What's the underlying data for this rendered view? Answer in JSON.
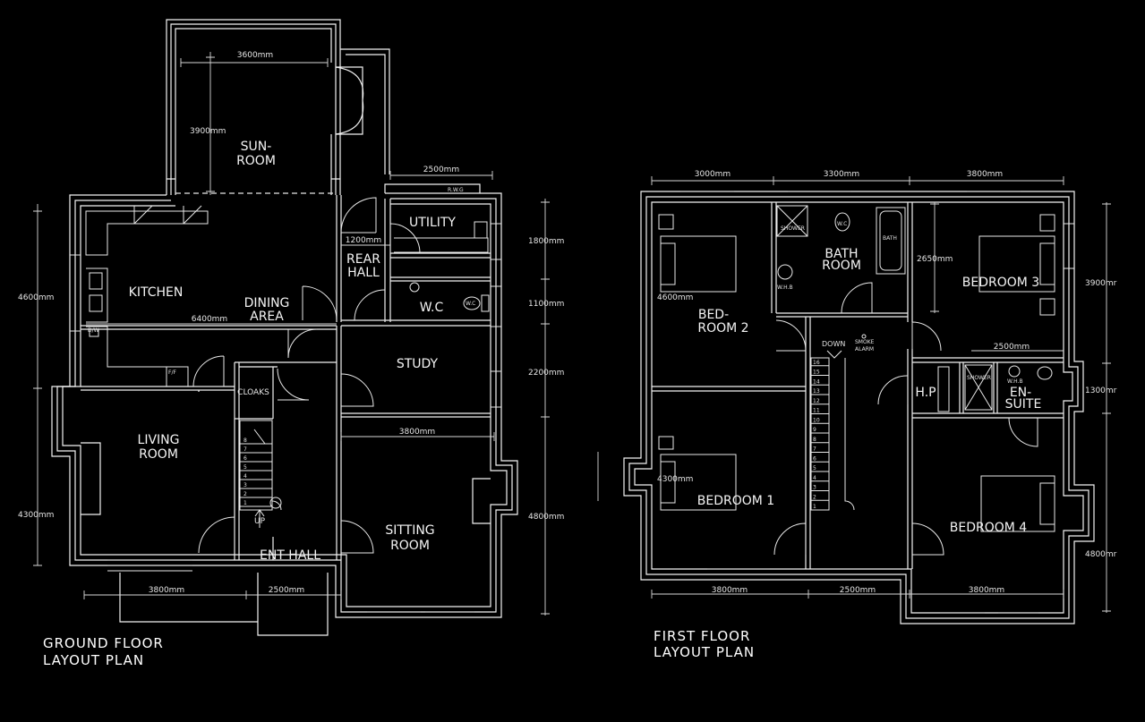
{
  "ground_floor": {
    "title_line1": "GROUND FLOOR",
    "title_line2": "LAYOUT PLAN",
    "rooms": {
      "sunroom_1": "SUN-",
      "sunroom_2": "ROOM",
      "kitchen": "KITCHEN",
      "dining_1": "DINING",
      "dining_2": "AREA",
      "utility": "UTILITY",
      "rear_hall_1": "REAR",
      "rear_hall_2": "HALL",
      "wc": "W.C",
      "study": "STUDY",
      "cloaks": "CLOAKS",
      "living_1": "LIVING",
      "living_2": "ROOM",
      "sitting_1": "SITTING",
      "sitting_2": "ROOM",
      "ent_hall": "ENT HALL",
      "up": "UP"
    },
    "dims": {
      "sun_w": "3600mm",
      "sun_h": "3900mm",
      "rear_top": "2500mm",
      "rear_hall_w": "1200mm",
      "kitchen_w": "6400mm",
      "left_upper": "4600mm",
      "left_lower": "4300mm",
      "bottom_left": "3800mm",
      "bottom_mid": "2500mm",
      "study_w": "3800mm",
      "right_1": "1800mm",
      "right_2": "1100mm",
      "right_3": "2200mm",
      "right_4": "4800mm"
    },
    "labels": {
      "rwg": "R.W.G",
      "fridge": "F/F",
      "dw": "D/W",
      "wc_small": "W.C"
    },
    "stair_steps": [
      "1",
      "2",
      "3",
      "4",
      "5",
      "6",
      "7",
      "8"
    ]
  },
  "first_floor": {
    "title_line1": "FIRST FLOOR",
    "title_line2": "LAYOUT PLAN",
    "rooms": {
      "bed2_1": "BED-",
      "bed2_2": "ROOM  2",
      "bath_1": "BATH",
      "bath_2": "ROOM",
      "bed3": "BEDROOM  3",
      "bed1": "BEDROOM  1",
      "bed4": "BEDROOM  4",
      "hp": "H.P",
      "ensuite_1": "EN-",
      "ensuite_2": "SUITE",
      "down": "DOWN"
    },
    "dims": {
      "top_1": "3000mm",
      "top_2": "3300mm",
      "top_3": "3800mm",
      "bed2_h": "4600mm",
      "bed1_h": "4300mm",
      "bed3_h": "2650mm",
      "ensuite_w": "2500mm",
      "bottom_1": "3800mm",
      "bottom_2": "2500mm",
      "bottom_3": "3800mm",
      "right_1": "3900mr",
      "right_2": "1300mr",
      "right_3": "4800mr"
    },
    "labels": {
      "shower": "SHOWER",
      "shower2": "SHOWER",
      "wc": "W.C",
      "bath": "BATH",
      "whb": "W.H.B",
      "whb2": "W.H.B",
      "smoke_1": "SMOKE",
      "smoke_2": "ALARM"
    },
    "stair_steps": [
      "1",
      "2",
      "3",
      "4",
      "5",
      "6",
      "7",
      "8",
      "9",
      "10",
      "11",
      "12",
      "13",
      "14",
      "15",
      "16"
    ]
  }
}
